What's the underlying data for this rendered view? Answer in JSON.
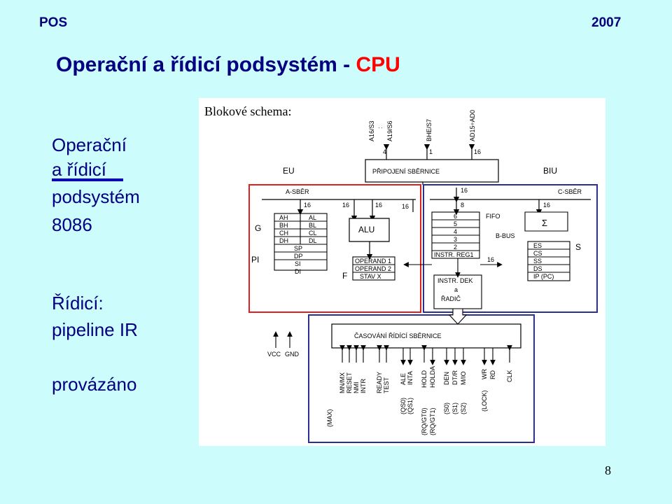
{
  "header": {
    "left": "POS",
    "right": "2007"
  },
  "title": {
    "main": "Operační a řídicí podsystém - ",
    "accent": "CPU"
  },
  "left_panel": {
    "line1": "Operační",
    "line2": "a řídicí",
    "line3": "podsystém",
    "line4": "8086",
    "line5": "Řídicí:",
    "line6": "pipeline IR",
    "line7": "provázáno"
  },
  "diagram": {
    "caption": "Blokové schema:",
    "top_signals": [
      "A16/S3",
      "A19/S6",
      "BHE/S7",
      "AD15÷AD0"
    ],
    "top_signal_sep": ":",
    "top_widths": [
      "4",
      "1",
      "16"
    ],
    "eu_label": "EU",
    "biu_label": "BIU",
    "bus_interface": "PŘIPOJENÍ SBĚRNICE",
    "a_bus": "A-SBĚR",
    "c_bus": "C-SBĚR",
    "width_16": "16",
    "width_8": "8",
    "g_label": "G",
    "pi_label": "PI",
    "f_label": "F",
    "s_label": "S",
    "registers_left": [
      "AH",
      "BH",
      "CH",
      "DH"
    ],
    "registers_right": [
      "AL",
      "BL",
      "CL",
      "DL"
    ],
    "registers_wide": [
      "SP",
      "DP",
      "SI",
      "DI"
    ],
    "alu": "ALU",
    "operands": [
      "OPERAND 1",
      "OPERAND 2",
      "STAV X"
    ],
    "queue_slots": [
      "6",
      "5",
      "4",
      "3",
      "2"
    ],
    "instr_reg": "INSTR. REG1",
    "fifo": "FIFO",
    "b_bus": "B-BUS",
    "sigma": "Σ",
    "segments": [
      "ES",
      "CS",
      "SS",
      "DS",
      "IP (PC)"
    ],
    "decoder_lines": [
      "INSTR. DEK",
      "a",
      "ŘADIČ"
    ],
    "timing": "ČASOVÁNÍ ŘÍDÍCÍ SBĚRNICE",
    "vcc": "VCC",
    "gnd": "GND",
    "bottom_signals": [
      [
        "MN/MX",
        "RESET",
        "NMI",
        "INTR"
      ],
      [
        "READY",
        "TEST"
      ],
      [
        "ALE",
        "INTA"
      ],
      [
        "HOLD",
        "HOLDA"
      ],
      [
        "DEN",
        "DT/R",
        "M/IO"
      ],
      [
        "WR",
        "RD"
      ],
      [
        "CLK"
      ]
    ],
    "max_labels": [
      [
        "(MAX)"
      ],
      [
        "(QS0)",
        "(QS1)"
      ],
      [
        "(RQ/GT0)",
        "(RQ/GT1)"
      ],
      [
        "(S0)",
        "(S1)",
        "(S2)"
      ],
      [
        "(LOCK)"
      ]
    ]
  },
  "page_number": "8",
  "colors": {
    "title": "#000080",
    "accent": "#ff0000",
    "background": "#ccfcfc",
    "eu_box": "#e02020",
    "biu_box": "#2a3090"
  }
}
